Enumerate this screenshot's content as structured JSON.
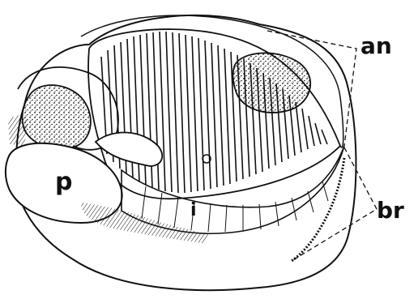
{
  "figure": {
    "labels": {
      "an": "an",
      "br": "br",
      "p": "p",
      "i": "i"
    },
    "colors": {
      "ink": "#111111",
      "paper": "#ffffff"
    }
  }
}
